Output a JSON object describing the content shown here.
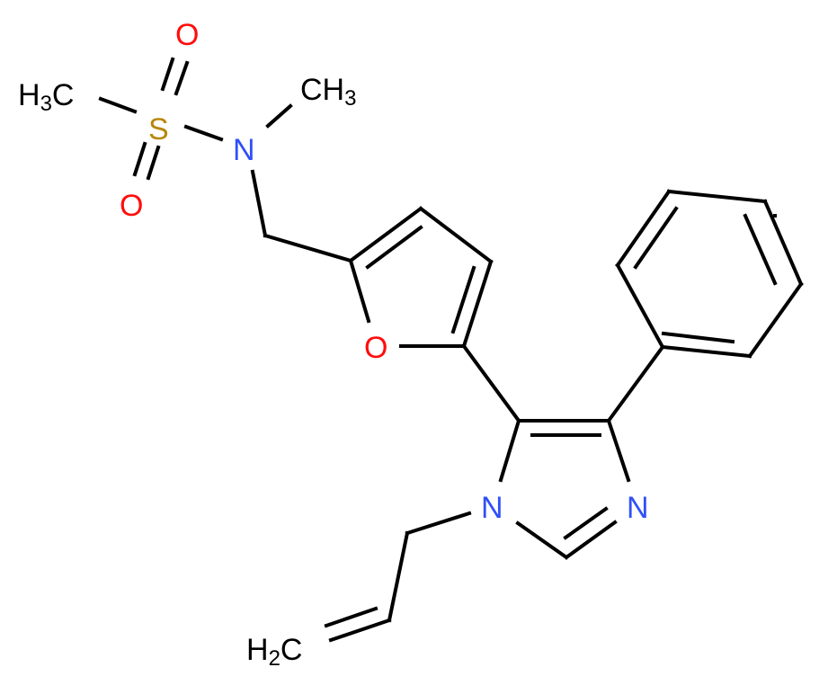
{
  "molecule": {
    "colors": {
      "carbon": "#000000",
      "nitrogen": "#3050F8",
      "oxygen": "#FF0D0D",
      "sulfur": "#B8860B"
    },
    "labels": {
      "h3c_left": {
        "main": "H",
        "sub": "3",
        "tail": "C"
      },
      "ch3_right": {
        "main": "CH",
        "sub": "3"
      },
      "sulfur": "S",
      "oxygen_top": "O",
      "oxygen_bottom": "O",
      "nitrogen_sulfonamide": "N",
      "oxygen_furan": "O",
      "nitrogen_imidazole_1": "N",
      "nitrogen_imidazole_3": "N",
      "h2c": {
        "main": "H",
        "sub": "2",
        "tail": "C"
      }
    }
  }
}
